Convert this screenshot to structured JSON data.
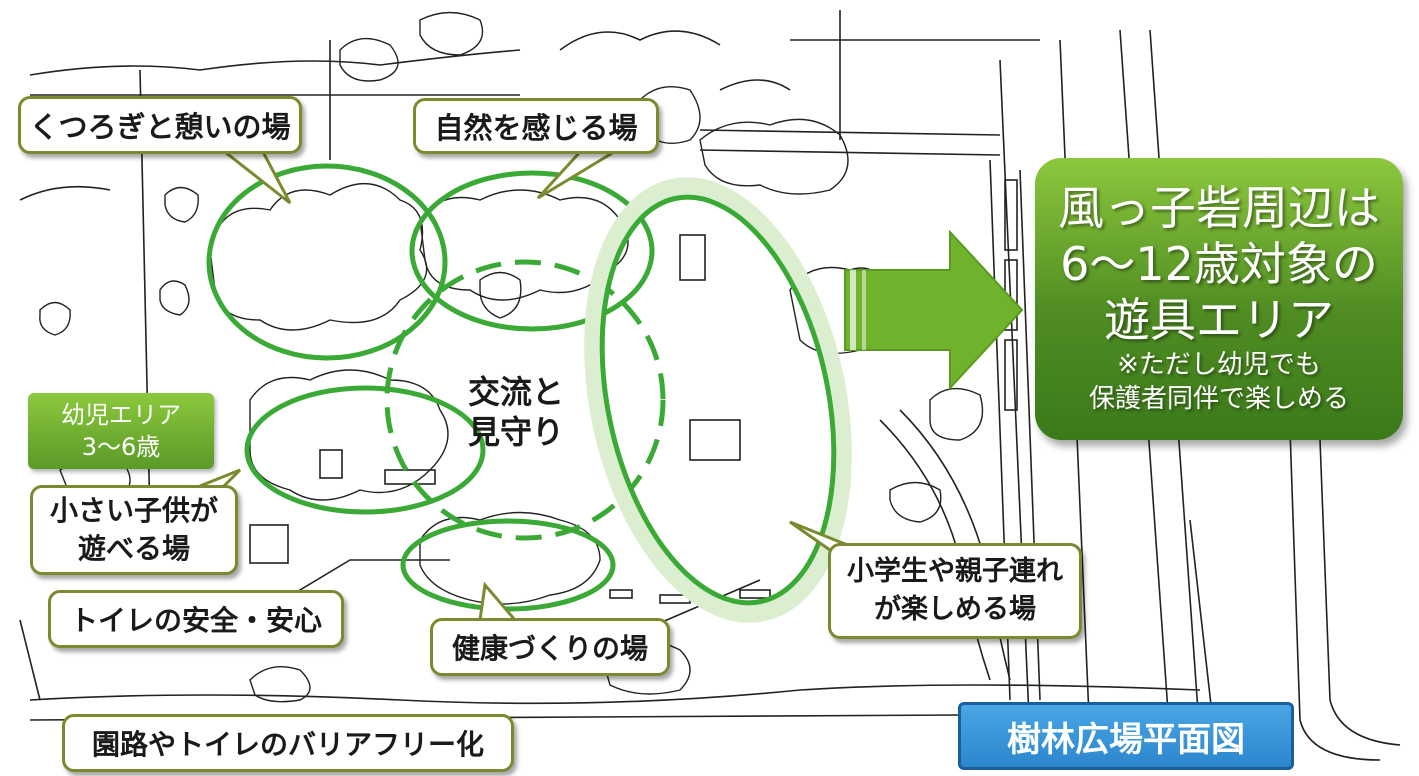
{
  "callouts": {
    "relax": "くつろぎと憩いの場",
    "nature": "自然を感じる場",
    "small_children": [
      "小さい子供が",
      "遊べる場"
    ],
    "toilet_safety": "トイレの安全・安心",
    "health": "健康づくりの場",
    "elementary": [
      "小学生や親子連れ",
      "が楽しめる場"
    ],
    "barrier_free": "園路やトイレのバリアフリー化"
  },
  "exchange_label": [
    "交流と",
    "見守り"
  ],
  "infant_area": [
    "幼児エリア",
    "3〜6歳"
  ],
  "play_area_box": {
    "lines": [
      "風っ子砦周辺は",
      "6〜12歳対象の",
      "遊具エリア"
    ],
    "note": [
      "※ただし幼児でも",
      "保護者同伴で楽しめる"
    ]
  },
  "map_title": "樹林広場平面図",
  "colors": {
    "zone_stroke": "#3aa935",
    "callout_border": "#7a8a2e",
    "arrow_green": "#6fb22c",
    "title_blue": "#2c86cd"
  }
}
